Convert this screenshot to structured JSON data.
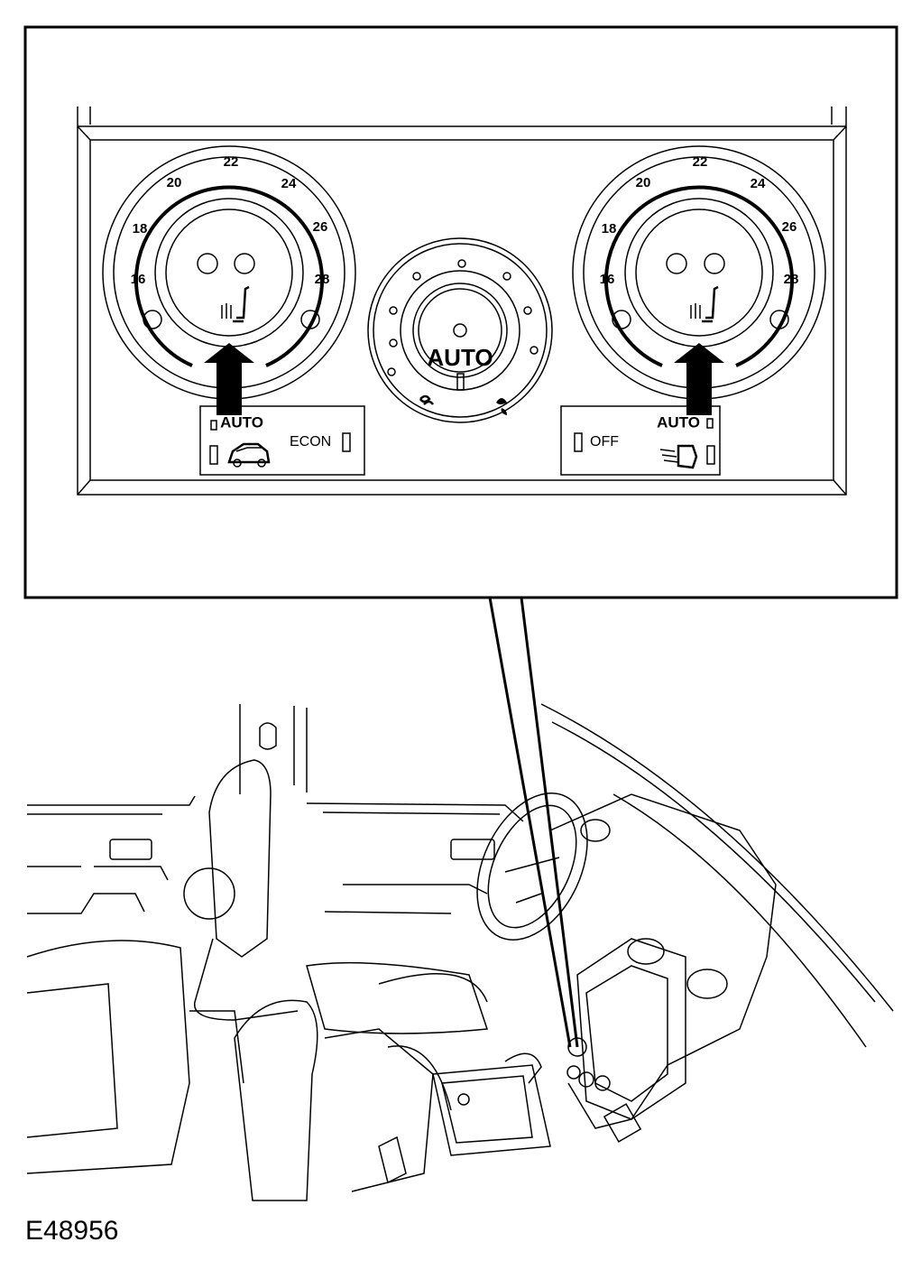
{
  "figure_id": "E48956",
  "panel": {
    "left_dial": {
      "scale": [
        "16",
        "18",
        "20",
        "22",
        "24",
        "26",
        "28"
      ],
      "button_labels": [
        "AUTO"
      ],
      "econ_label": "ECON"
    },
    "center_dial": {
      "label": "AUTO"
    },
    "right_dial": {
      "scale": [
        "16",
        "18",
        "20",
        "22",
        "24",
        "26",
        "28"
      ],
      "off_label": "OFF",
      "auto_label": "AUTO"
    }
  },
  "icons": {
    "left_arrow": "up-arrow-icon",
    "right_arrow": "up-arrow-icon",
    "seat_heat": "heated-seat-icon",
    "recirc": "car-recirculation-icon",
    "fan_low": "fan-low-icon",
    "fan_high": "fan-high-icon",
    "screen_heat": "heated-screen-icon"
  }
}
